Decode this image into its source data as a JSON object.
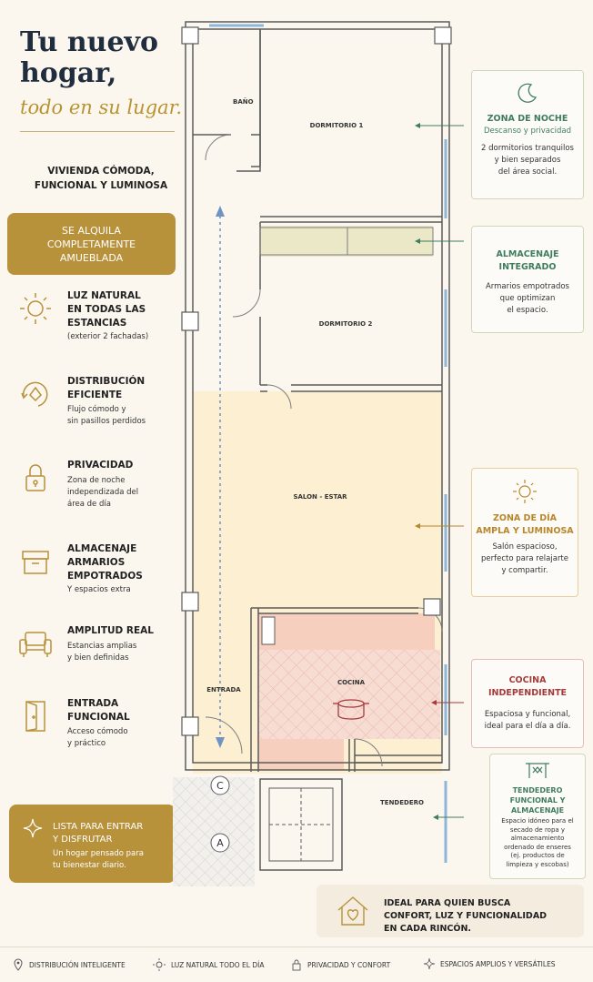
{
  "header": {
    "title_line1": "Tu nuevo",
    "title_line2": "hogar,",
    "subtitle": "todo en su lugar.",
    "tagline": "VIVIENDA CÓMODA,\nFUNCIONAL Y LUMINOSA"
  },
  "banner": {
    "text": "SE ALQUILA\nCOMPLETAMENTE\nAMUEBLADA"
  },
  "features": [
    {
      "icon": "sun-icon",
      "title": "LUZ NATURAL\nEN TODAS LAS\nESTANCIAS",
      "desc": "(exterior 2 fachadas)"
    },
    {
      "icon": "navigation-icon",
      "title": "DISTRIBUCIÓN\nEFICIENTE",
      "desc": "Flujo cómodo y\nsin pasillos perdidos"
    },
    {
      "icon": "lock-icon",
      "title": "PRIVACIDAD",
      "desc": "Zona de noche\nindependizada del\nárea de día"
    },
    {
      "icon": "storage-box-icon",
      "title": "ALMACENAJE\nARMARIOS\nEMPOTRADOS",
      "desc": "Y espacios extra"
    },
    {
      "icon": "sofa-icon",
      "title": "AMPLITUD REAL",
      "desc": "Estancias amplias\ny bien definidas"
    },
    {
      "icon": "door-icon",
      "title": "ENTRADA\nFUNCIONAL",
      "desc": "Acceso cómodo\ny práctico"
    }
  ],
  "ready": {
    "title": "LISTA PARA ENTRAR\nY DISFRUTAR",
    "desc": "Un hogar pensado para\ntu bienestar diario."
  },
  "rooms": {
    "bano": "BAÑO",
    "dorm1": "DORMITORIO 1",
    "dorm2": "DORMITORIO 2",
    "salon": "SALON - ESTAR",
    "entrada": "ENTRADA",
    "cocina": "COCINA",
    "tendedero": "TENDEDERO",
    "marker_c": "C",
    "marker_a": "A"
  },
  "cards": {
    "noche": {
      "title": "ZONA DE NOCHE",
      "sub": "Descanso y privacidad",
      "desc": "2 dormitorios tranquilos\ny bien separados\ndel área social.",
      "icon": "moon-icon",
      "color": "#3f7d5e"
    },
    "almacenaje": {
      "title": "ALMACENAJE\nINTEGRADO",
      "desc": "Armarios empotrados\nque optimizan\nel espacio.",
      "color": "#3f7d5e"
    },
    "dia": {
      "title": "ZONA DE DÍA\nAMPLA Y LUMINOSA",
      "desc": "Salón espacioso,\nperfecto para relajarte\ny compartir.",
      "icon": "sun-icon",
      "color": "#b8862b"
    },
    "cocina": {
      "title": "COCINA\nINDEPENDIENTE",
      "desc": "Espaciosa y funcional,\nideal para el día a día.",
      "color": "#a63a3a"
    },
    "tendedero": {
      "title": "TENDEDERO\nFUNCIONAL Y\nALMACENAJE",
      "desc": "Espacio idóneo para el\nsecado de ropa y\nalmacenamiento\nordenado de enseres\n(ej. productos de\nlimpieza y escobas)",
      "icon": "hanger-icon",
      "color": "#3f7d5e"
    }
  },
  "ideal": {
    "text": "IDEAL PARA QUIEN BUSCA\nCONFORT, LUZ Y FUNCIONALIDAD\nEN CADA RINCÓN."
  },
  "footer": {
    "items": [
      "DISTRIBUCIÓN INTELIGENTE",
      "LUZ NATURAL TODO EL DÍA",
      "PRIVACIDAD Y CONFORT",
      "ESPACIOS AMPLIOS Y VERSÁTILES"
    ]
  }
}
